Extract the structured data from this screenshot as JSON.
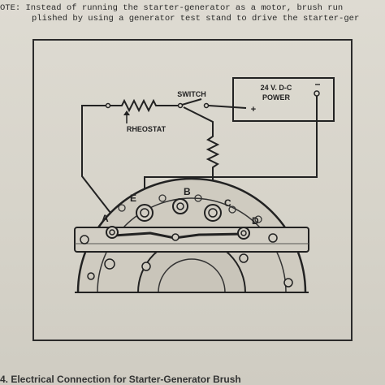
{
  "note": {
    "line1": "OTE:  Instead of running the starter-generator as a motor, brush run",
    "line2": "plished by using a generator test stand to drive the starter-ger"
  },
  "labels": {
    "switch": "SWITCH",
    "power_line1": "24 V. D-C",
    "power_line2": "POWER",
    "plus": "+",
    "minus": "−",
    "rheostat": "RHEOSTAT",
    "term_a": "A",
    "term_b": "B",
    "term_c": "C",
    "term_d": "D",
    "term_e": "E"
  },
  "caption": "4.   Electrical Connection for Starter-Generator Brush"
}
